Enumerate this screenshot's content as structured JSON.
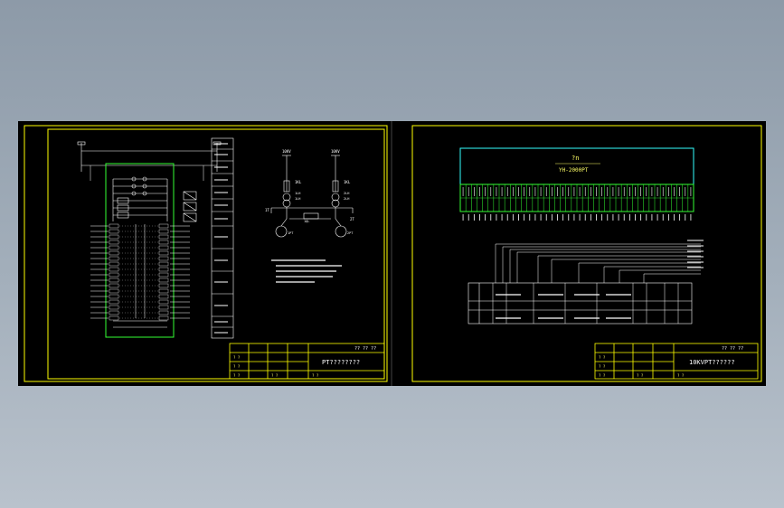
{
  "colors": {
    "sheet_bg": "#000000",
    "frame": "#ffff00",
    "lines": "#ffffff",
    "module_box": "#33ff33",
    "title_box": "#33ffff"
  },
  "left_sheet": {
    "schematic_labels": {
      "l1": "1KL",
      "l2": "1KL"
    },
    "title_block": {
      "title": "PT????????",
      "page": "?? ?? ??"
    }
  },
  "right_sheet": {
    "terminal_header": {
      "top": "?n",
      "sub": "YH-2000PT"
    },
    "title_block": {
      "title": "10KVPT??????",
      "page": "?? ?? ??"
    }
  }
}
